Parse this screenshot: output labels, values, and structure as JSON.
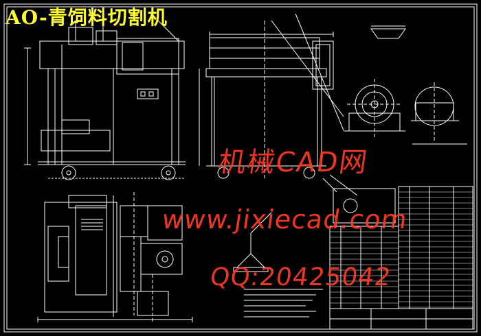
{
  "title": "AO-青饲料切割机",
  "watermarks": {
    "site_cn": "机械CAD网",
    "url": "www.jixiecad.com",
    "qq": "QQ:20425042"
  },
  "colors": {
    "background": "#000000",
    "lines": "#ffffff",
    "title": "#ffff33",
    "watermark": "#ff3b24"
  }
}
